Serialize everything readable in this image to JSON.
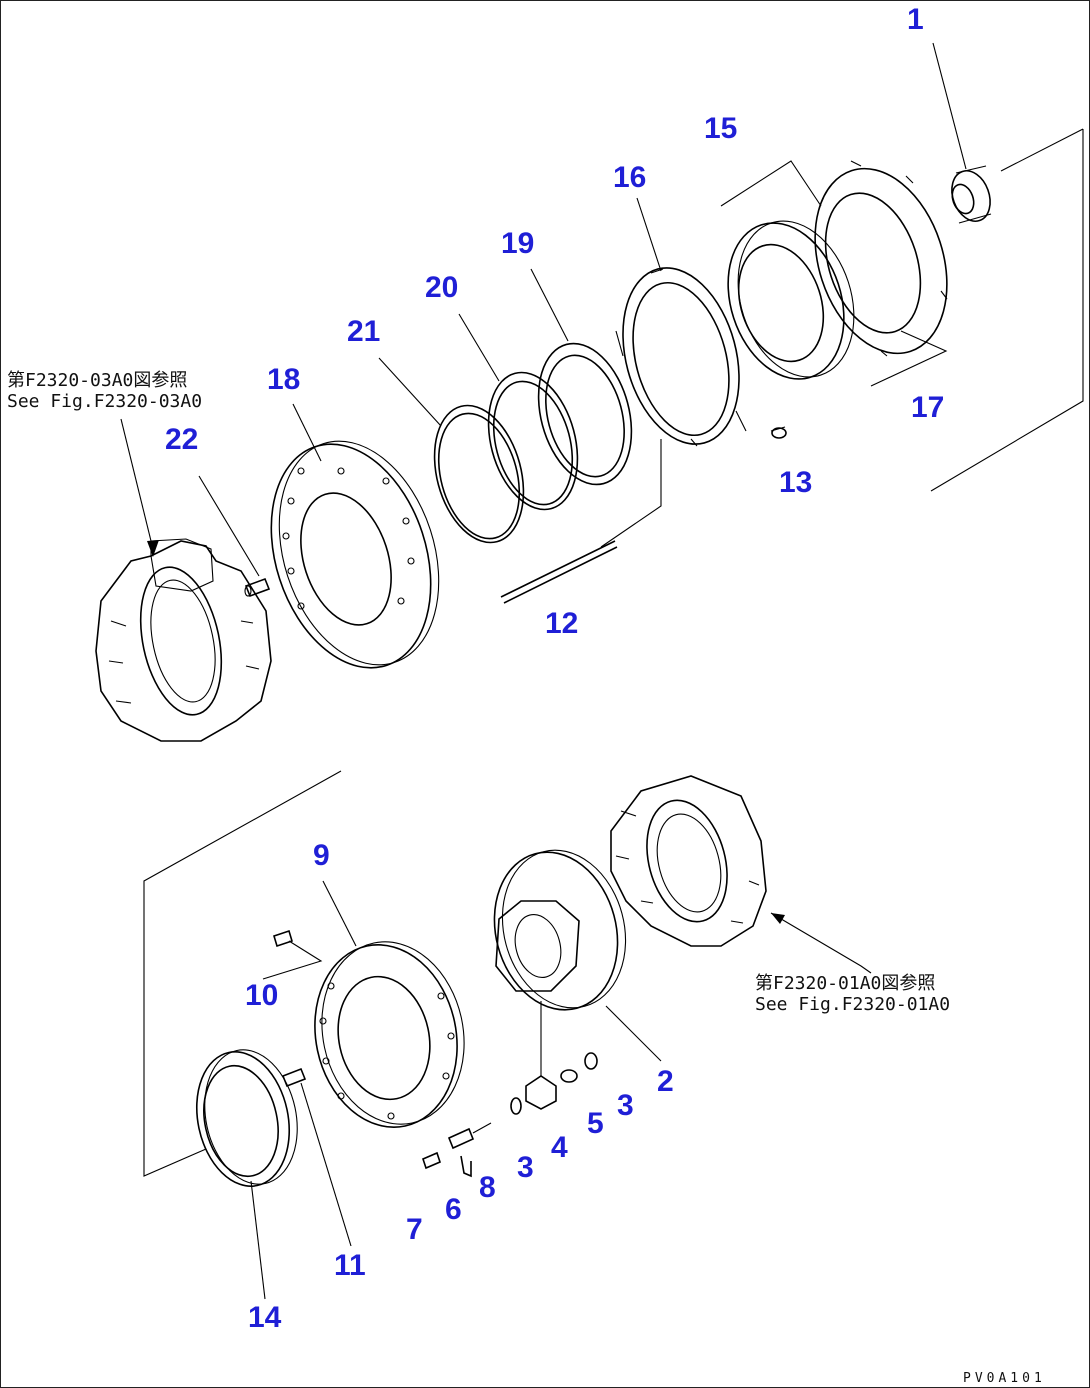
{
  "references": {
    "upper": {
      "jp": "第F2320-03A0図参照",
      "en": "See Fig.F2320-03A0"
    },
    "lower": {
      "jp": "第F2320-01A0図参照",
      "en": "See Fig.F2320-01A0"
    }
  },
  "figure_code": "PV0A101",
  "callouts": [
    "1",
    "2",
    "3",
    "3",
    "4",
    "5",
    "6",
    "7",
    "8",
    "9",
    "10",
    "11",
    "12",
    "13",
    "14",
    "15",
    "16",
    "17",
    "18",
    "19",
    "20",
    "21",
    "22"
  ],
  "colors": {
    "callout": "#1f1fd6",
    "line": "#000000"
  }
}
